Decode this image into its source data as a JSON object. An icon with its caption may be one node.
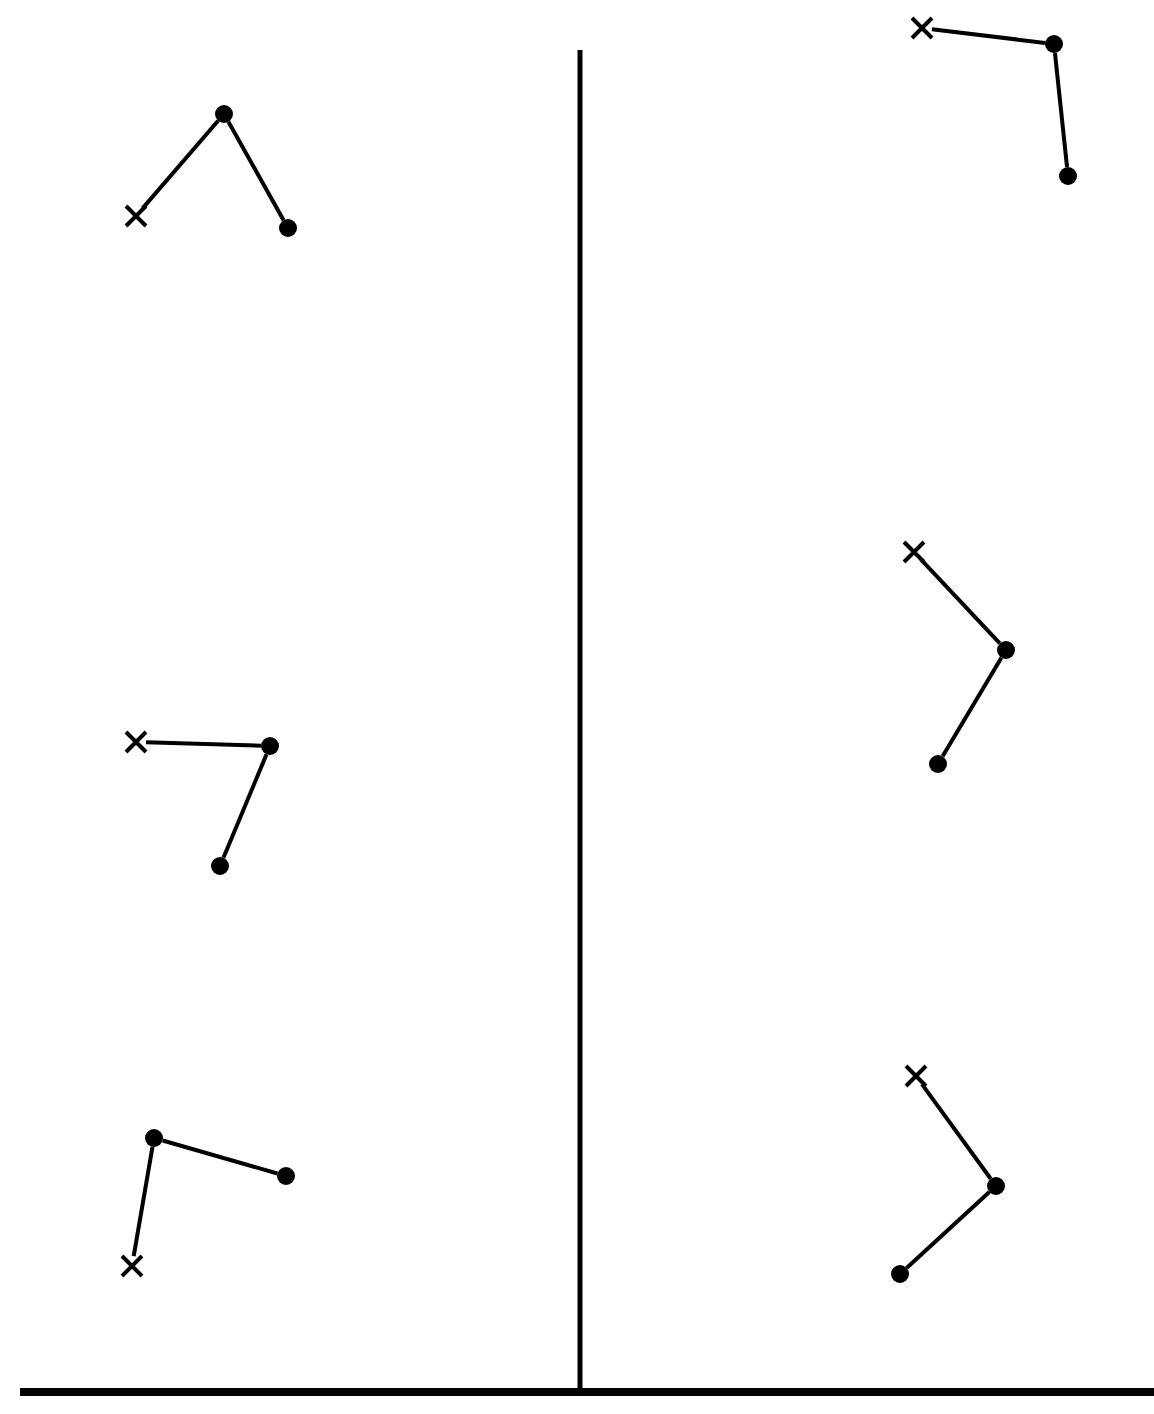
{
  "diagram": {
    "nodes": [
      {
        "text": [],
        "shape": "cross"
      },
      {
        "text": [],
        "shape": "circle"
      },
      {
        "text": [],
        "shape": "circle"
      },
      {
        "text": [],
        "shape": "cross"
      },
      {
        "text": [],
        "shape": "circle"
      },
      {
        "text": [],
        "shape": "circle"
      },
      {
        "text": [],
        "shape": "cross"
      },
      {
        "text": [],
        "shape": "circle"
      },
      {
        "text": [],
        "shape": "circle"
      },
      {
        "text": [],
        "shape": "cross"
      },
      {
        "text": [],
        "shape": "circle"
      },
      {
        "text": [],
        "shape": "circle"
      },
      {
        "text": [],
        "shape": "cross"
      },
      {
        "text": [],
        "shape": "circle"
      },
      {
        "text": [],
        "shape": "circle"
      },
      {
        "text": [],
        "shape": "circle"
      },
      {
        "text": [],
        "shape": "circle"
      },
      {
        "text": [],
        "shape": "cross"
      }
    ],
    "edges": [
      {
        "from": 0,
        "to": 1,
        "arrow": "none"
      },
      {
        "from": 1,
        "to": 2,
        "arrow": "none"
      },
      {
        "from": 3,
        "to": 4,
        "arrow": "none"
      },
      {
        "from": 4,
        "to": 5,
        "arrow": "none"
      },
      {
        "from": 6,
        "to": 7,
        "arrow": "none"
      },
      {
        "from": 7,
        "to": 8,
        "arrow": "none"
      },
      {
        "from": 9,
        "to": 10,
        "arrow": "none"
      },
      {
        "from": 10,
        "to": 11,
        "arrow": "none"
      },
      {
        "from": 12,
        "to": 13,
        "arrow": "none"
      },
      {
        "from": 13,
        "to": 14,
        "arrow": "none"
      },
      {
        "from": 17,
        "to": 15,
        "arrow": "none"
      },
      {
        "from": 15,
        "to": 16,
        "arrow": "none"
      }
    ]
  }
}
